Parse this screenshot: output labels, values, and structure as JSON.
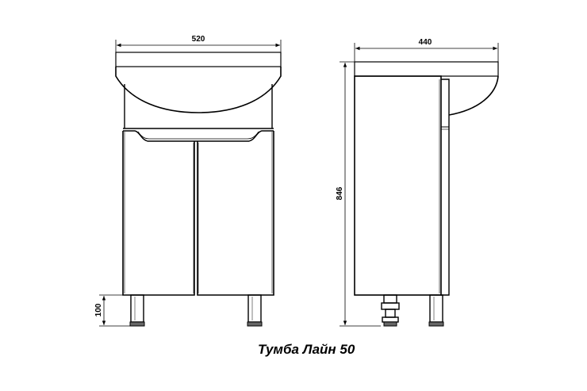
{
  "dimensions": {
    "front_width": "520",
    "side_depth": "440",
    "total_height": "846",
    "leg_height": "100"
  },
  "caption": "Тумба Лайн 50"
}
